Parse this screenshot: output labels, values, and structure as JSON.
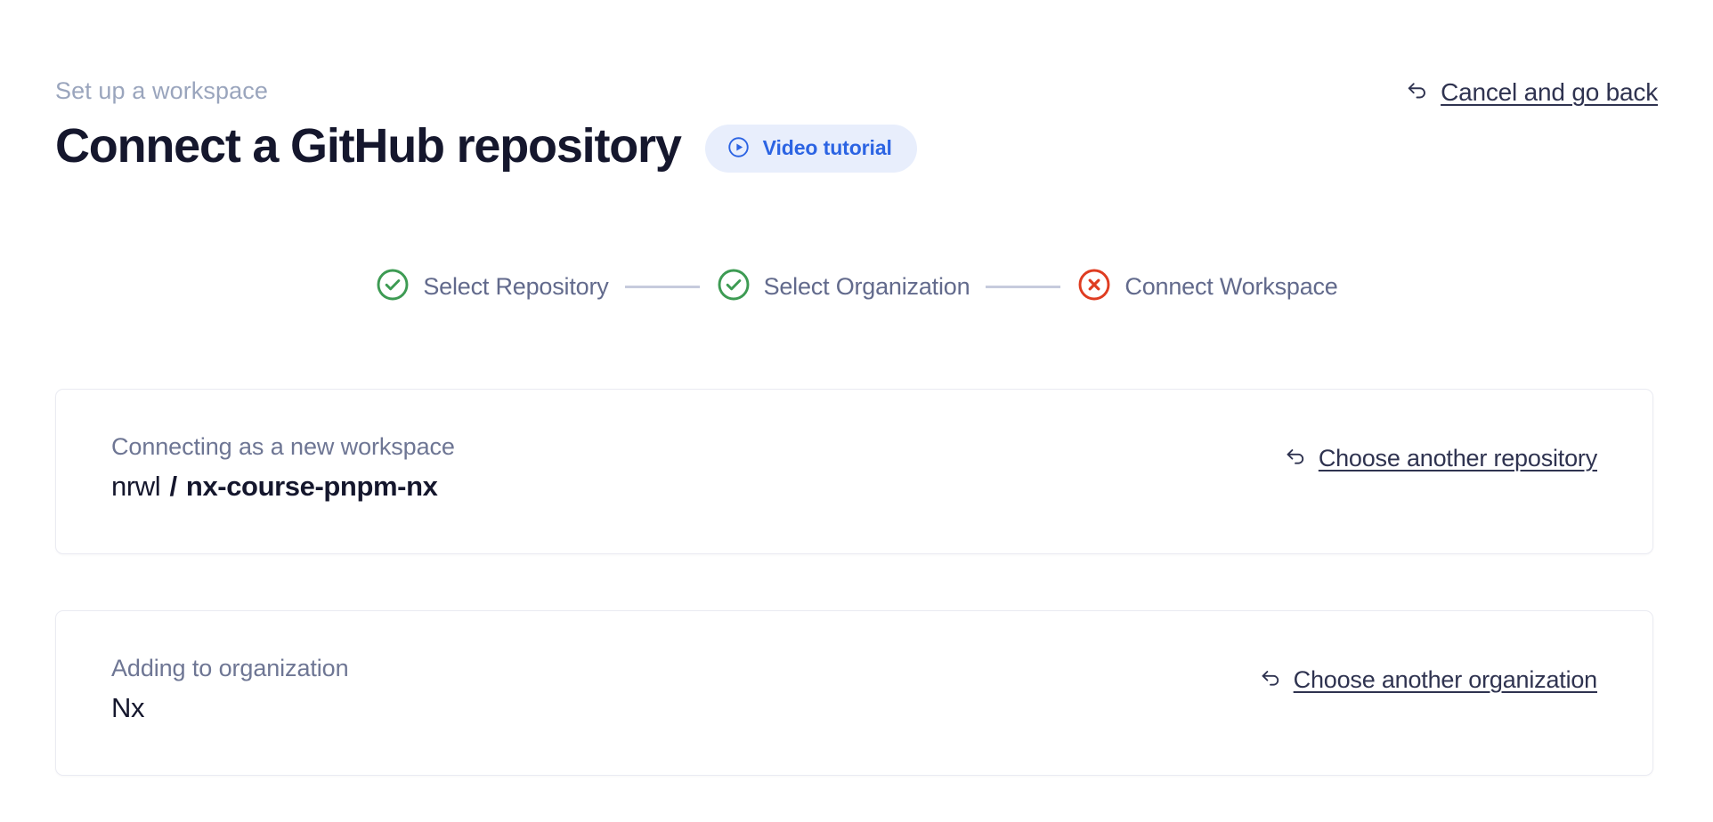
{
  "header": {
    "breadcrumb": "Set up a workspace",
    "title": "Connect a GitHub repository",
    "video_pill": {
      "label": "Video tutorial",
      "icon": "play-circle-icon",
      "background": "#e8eefc",
      "text_color": "#2c64e3"
    },
    "cancel": {
      "label": "Cancel and go back",
      "icon": "back-arrow-icon"
    }
  },
  "stepper": {
    "steps": [
      {
        "label": "Select Repository",
        "state": "complete",
        "icon": "check-circle-icon",
        "color": "#3d9b53"
      },
      {
        "label": "Select Organization",
        "state": "complete",
        "icon": "check-circle-icon",
        "color": "#3d9b53"
      },
      {
        "label": "Connect Workspace",
        "state": "error",
        "icon": "x-circle-icon",
        "color": "#df3c21"
      }
    ],
    "connector_color": "#c6cbdd",
    "label_color": "#626a8c"
  },
  "cards": [
    {
      "name": "repository-card",
      "caption": "Connecting as a new workspace",
      "value_owner": "nrwl",
      "value_separator": "/",
      "value_repo": "nx-course-pnpm-nx",
      "action": {
        "label": "Choose another repository",
        "icon": "back-arrow-icon"
      }
    },
    {
      "name": "organization-card",
      "caption": "Adding to organization",
      "value_owner": "Nx",
      "action": {
        "label": "Choose another organization",
        "icon": "back-arrow-icon"
      }
    }
  ],
  "colors": {
    "page_background": "#ffffff",
    "title": "#15172d",
    "breadcrumb": "#9aa5bd",
    "card_border": "#eaebf2",
    "link": "#2f3350"
  }
}
